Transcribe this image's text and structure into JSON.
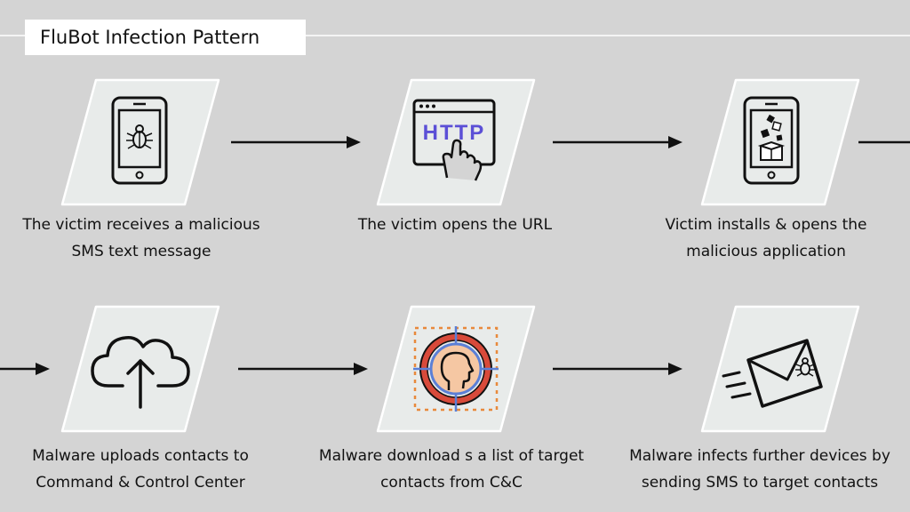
{
  "title": "FluBot Infection Pattern",
  "colors": {
    "background": "#d4d4d4",
    "card_fill": "#e8ebea",
    "card_stroke": "#ffffff",
    "icon_stroke": "#111111",
    "http_accent": "#5b4fd6",
    "target_red": "#d84a3a",
    "target_skin": "#f5c7a3",
    "target_blue": "#5b7fd6",
    "target_orange": "#e8893b"
  },
  "steps": [
    {
      "icon": "infected-phone-icon",
      "caption_lines": [
        "The victim receives a malicious",
        "SMS text message"
      ]
    },
    {
      "icon": "http-click-icon",
      "http_text": "HTTP",
      "caption_lines": [
        "The victim opens the URL"
      ]
    },
    {
      "icon": "phone-app-install-icon",
      "caption_lines": [
        "Victim installs & opens the",
        "malicious application"
      ]
    },
    {
      "icon": "cloud-upload-icon",
      "caption_lines": [
        "Malware uploads contacts to",
        "Command & Control Center"
      ]
    },
    {
      "icon": "target-person-icon",
      "caption_lines": [
        "Malware download s a list of target",
        "contacts from C&C"
      ]
    },
    {
      "icon": "infected-mail-icon",
      "caption_lines": [
        "Malware infects further devices by",
        "sending SMS to target contacts"
      ]
    }
  ]
}
